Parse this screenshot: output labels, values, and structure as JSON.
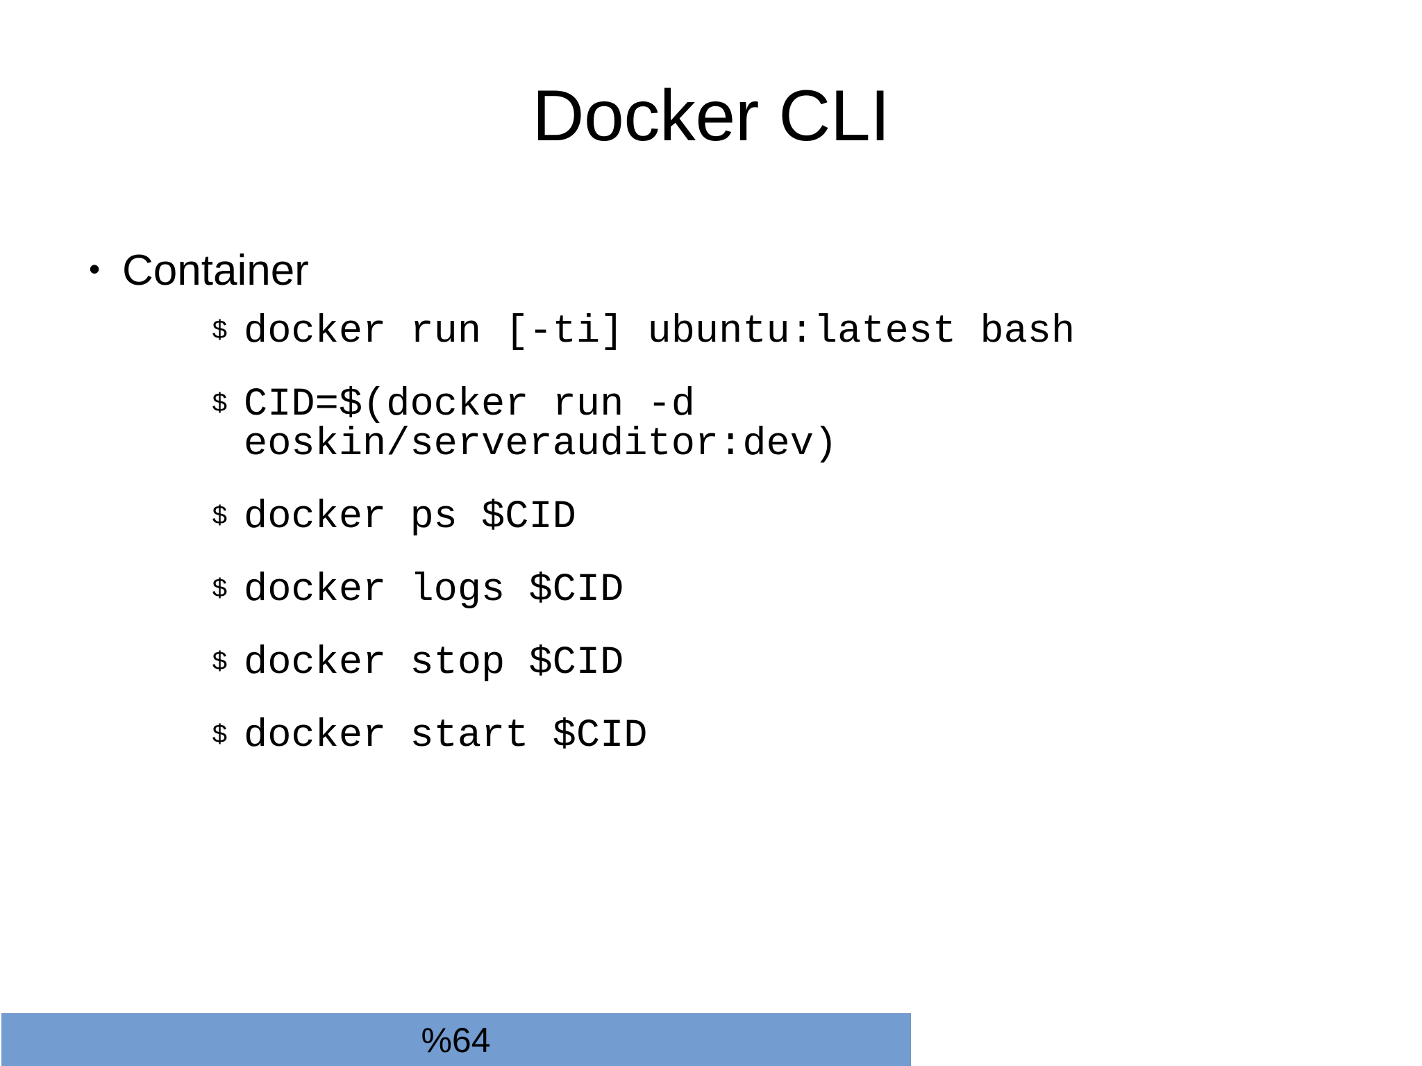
{
  "slide": {
    "title": "Docker CLI",
    "background_color": "#ffffff",
    "text_color": "#000000",
    "outline": [
      {
        "bullet_glyph": "•",
        "label": "Container",
        "commands": [
          {
            "prompt": "$",
            "text": "docker run [-ti] ubuntu:latest bash",
            "continuation": ""
          },
          {
            "prompt": "$",
            "text": "CID=$(docker run -d",
            "continuation": "eoskin/serverauditor:dev)"
          },
          {
            "prompt": "$",
            "text": "docker ps $CID",
            "continuation": ""
          },
          {
            "prompt": "$",
            "text": "docker logs $CID",
            "continuation": ""
          },
          {
            "prompt": "$",
            "text": "docker stop $CID",
            "continuation": ""
          },
          {
            "prompt": "$",
            "text": "docker start $CID",
            "continuation": ""
          }
        ]
      }
    ]
  },
  "footer": {
    "text": "%64",
    "bar_color": "#739CD1"
  }
}
